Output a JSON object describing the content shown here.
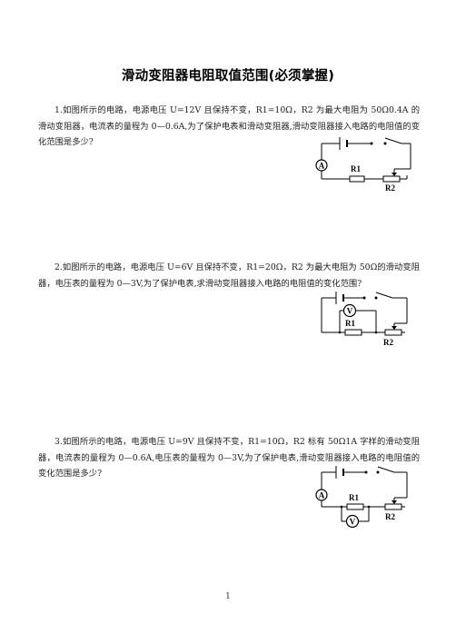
{
  "document": {
    "title": "滑动变阻器电阻取值范围(必须掌握)",
    "page_number": "1"
  },
  "problems": [
    {
      "text": "1.如图所示的电路，电源电压 U=12V 且保持不变，R1=10Ω，R2 为最大电阻为 50Ω0.4A 的滑动变阻器，电流表的量程为 0—0.6A,为了保护电表和滑动变阻器,滑动变阻器接入电路的电阻值的变化范围是多少?",
      "figure": {
        "ammeter": "A",
        "r1": "R1",
        "r2": "R2"
      }
    },
    {
      "text": "2.如图所示的电路，电源电压 U=6V 且保持不变，R1=20Ω，R2 为最大电阻为 50Ω的滑动变阻器，电压表的量程为 0—3V,为了保护电表,求滑动变阻器接入电路的电阻值的变化范围?",
      "figure": {
        "voltmeter": "V",
        "r1": "R1",
        "r2": "R2"
      }
    },
    {
      "text": "3.如图所示的电路，电源电压 U=9V 且保持不变，R1=10Ω，R2 标有 50Ω1A 字样的滑动变阻器，电流表的量程为 0—0.6A,电压表的量程为 0—3V,为了保护电表,滑动变阻器接入电路的电阻值的变化范围是多少?",
      "figure": {
        "ammeter": "A",
        "voltmeter": "V",
        "r1": "R1",
        "r2": "R2"
      }
    }
  ]
}
